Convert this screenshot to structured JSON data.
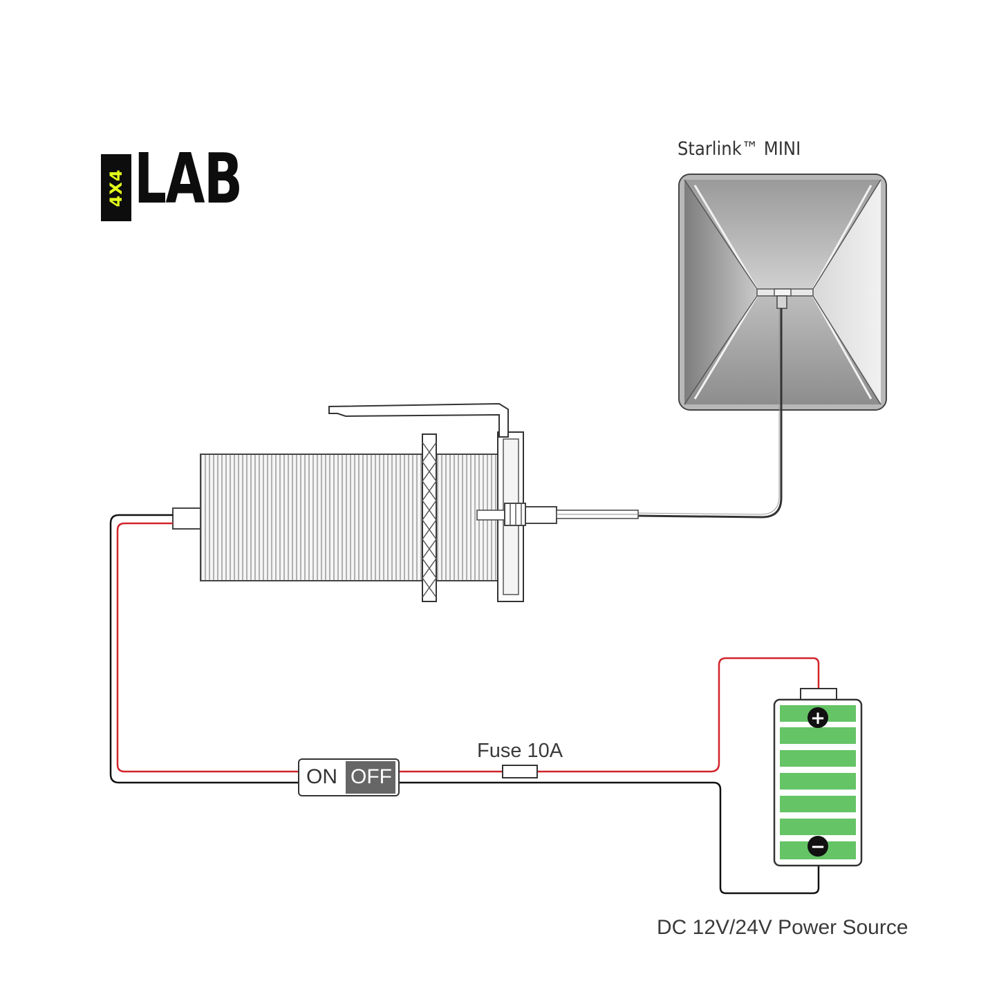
{
  "logo": {
    "badge": "4X4",
    "word": "LAB"
  },
  "device_label": "Starlink™ MINI",
  "switch": {
    "on": "ON",
    "off": "OFF"
  },
  "fuse_label": "Fuse 10A",
  "power_label": "DC 12V/24V Power Source",
  "battery": {
    "plus": "+",
    "minus": "−"
  },
  "colors": {
    "wire_red": "#d2232a",
    "wire_black": "#111111",
    "battery_green": "#65c466",
    "logo_yellow": "#e4ff1a"
  },
  "icons": [
    "starlink-dish-icon",
    "bulkhead-socket-icon",
    "switch-icon",
    "fuse-icon",
    "battery-icon"
  ]
}
